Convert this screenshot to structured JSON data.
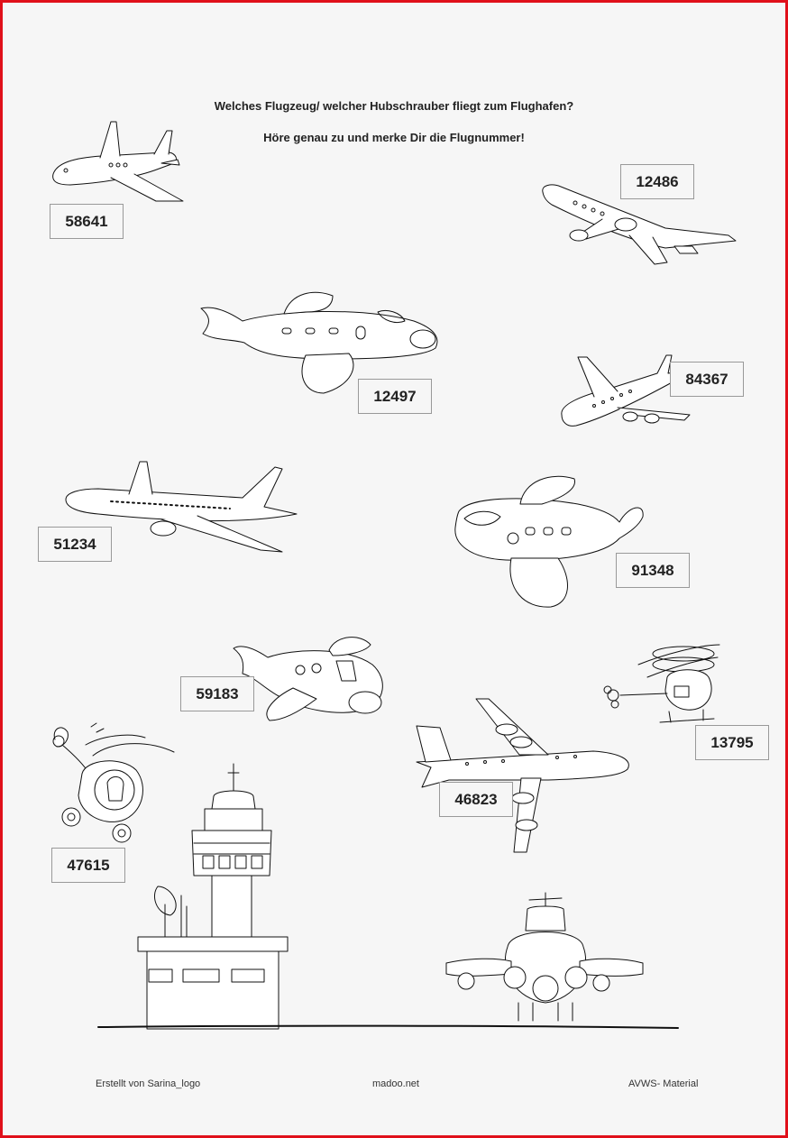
{
  "worksheet": {
    "title": "Welches Flugzeug/ welcher Hubschrauber fliegt zum Flughafen?",
    "instruction": "Höre genau zu und merke Dir die Flugnummer!",
    "flight_numbers": [
      "58641",
      "12486",
      "12497",
      "84367",
      "51234",
      "91348",
      "59183",
      "13795",
      "46823",
      "47615"
    ]
  },
  "footer": {
    "author": "Erstellt von Sarina_logo",
    "site": "madoo.net",
    "source": "AVWS- Material"
  },
  "colors": {
    "border": "#e0101a",
    "paper": "#f6f6f6",
    "ink": "#111111"
  }
}
